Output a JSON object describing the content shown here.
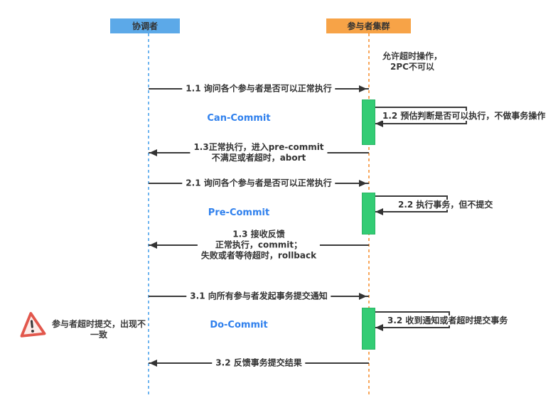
{
  "diagram": {
    "actors": {
      "coordinator": {
        "label": "协调者"
      },
      "participants": {
        "label": "参与者集群"
      }
    },
    "note": {
      "line1": "允许超时操作，",
      "line2": "2PC不可以"
    },
    "phases": {
      "can_commit": {
        "label": "Can-Commit"
      },
      "pre_commit": {
        "label": "Pre-Commit"
      },
      "do_commit": {
        "label": "Do-Commit"
      }
    },
    "messages": {
      "m11": {
        "label": "1.1 询问各个参与者是否可以正常执行",
        "direction": "right"
      },
      "m12": {
        "label": "1.2 预估判断是否可以执行，不做事务操作",
        "direction": "self"
      },
      "m13": {
        "line1": "1.3正常执行，进入pre-commit",
        "line2": "不满足或者超时，abort",
        "direction": "left"
      },
      "m21": {
        "label": "2.1 询问各个参与者是否可以正常执行",
        "direction": "right"
      },
      "m22": {
        "label": "2.2 执行事务，但不提交",
        "direction": "self"
      },
      "m23": {
        "line1": "1.3 接收反馈",
        "line2": "正常执行，commit；",
        "line3": "失败或者等待超时，rollback",
        "direction": "left"
      },
      "m31": {
        "label": "3.1 向所有参与者发起事务提交通知",
        "direction": "right"
      },
      "m32": {
        "label": "3.2 收到通知或者超时提交事务",
        "direction": "self"
      },
      "m33": {
        "label": "3.2 反馈事务提交结果",
        "direction": "left"
      }
    },
    "warning": {
      "line1": "参与者超时提交，出现不",
      "line2": "一致"
    },
    "colors": {
      "coordinator_fill": "#5CA9E8",
      "participants_fill": "#F7A347",
      "coordinator_lifeline": "#6FB5F0",
      "participants_lifeline": "#F8A75C",
      "activation_fill": "#33CC74",
      "phase_label": "#2F80ED",
      "line": "#3A3A3A",
      "warning_red": "#E2574C"
    }
  }
}
